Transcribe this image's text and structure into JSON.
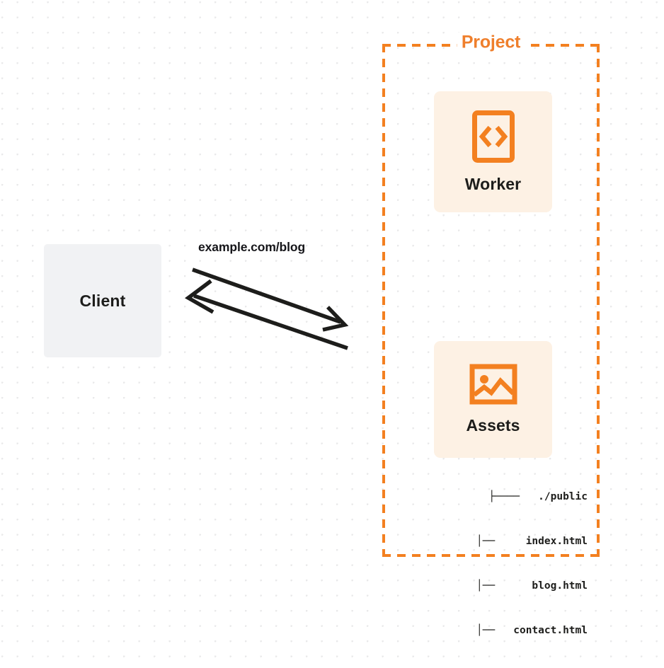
{
  "diagram": {
    "title": "Client to Cloudflare Project request flow",
    "background": {
      "color": "#ffffff",
      "dot_color": "#e9e9ea",
      "style": "dot-grid"
    },
    "colors": {
      "orange": "#f38020",
      "orange_label": "#ef7f2c",
      "card_background": "#fdf1e4",
      "client_background": "#f1f2f4",
      "text_dark": "#1d1d1b",
      "arrow": "#1d1d1b"
    }
  },
  "client": {
    "label": "Client"
  },
  "connection": {
    "url_label": "example.com/blog",
    "request_arrow": "arrow-right-down",
    "response_arrow": "arrow-left-up"
  },
  "project": {
    "title": "Project",
    "nodes": [
      {
        "id": "worker",
        "label": "Worker",
        "icon": "code-brackets-icon"
      },
      {
        "id": "assets",
        "label": "Assets",
        "icon": "image-picture-icon"
      }
    ],
    "file_tree": [
      {
        "branch": "├────",
        "name": "./public"
      },
      {
        "branch": "│──",
        "name": "index.html"
      },
      {
        "branch": "│──",
        "name": "blog.html"
      },
      {
        "branch": "│──",
        "name": "contact.html"
      }
    ],
    "file_tree_lines": [
      "├────   ./public",
      "│──     index.html",
      "│──      blog.html",
      "│──   contact.html"
    ]
  }
}
